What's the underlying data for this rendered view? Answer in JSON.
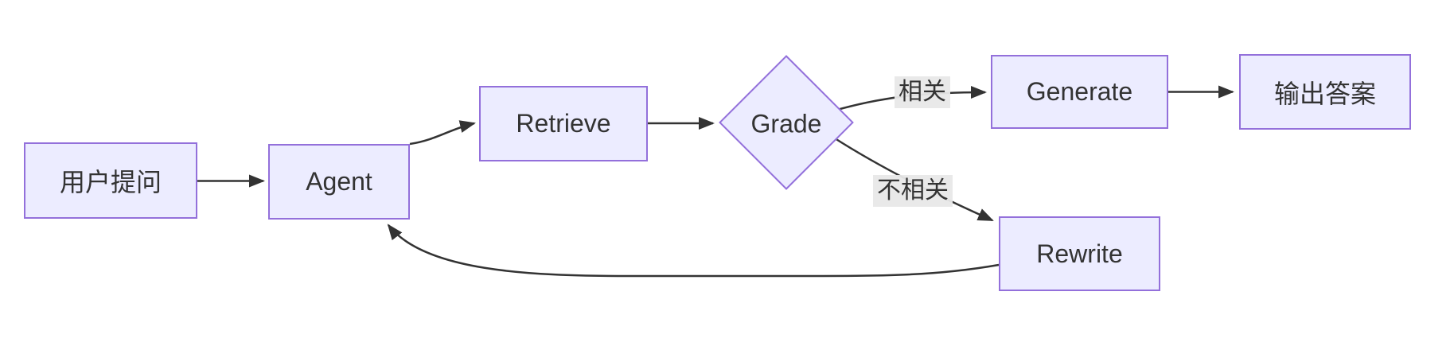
{
  "diagram": {
    "type": "flowchart",
    "direction": "left-to-right",
    "nodes": {
      "user_question": {
        "label": "用户提问",
        "shape": "rectangle"
      },
      "agent": {
        "label": "Agent",
        "shape": "rectangle"
      },
      "retrieve": {
        "label": "Retrieve",
        "shape": "rectangle"
      },
      "grade": {
        "label": "Grade",
        "shape": "diamond"
      },
      "generate": {
        "label": "Generate",
        "shape": "rectangle"
      },
      "output_answer": {
        "label": "输出答案",
        "shape": "rectangle"
      },
      "rewrite": {
        "label": "Rewrite",
        "shape": "rectangle"
      }
    },
    "edge_labels": {
      "relevant": "相关",
      "not_relevant": "不相关"
    },
    "edges": [
      {
        "from": "user_question",
        "to": "agent",
        "label": ""
      },
      {
        "from": "agent",
        "to": "retrieve",
        "label": ""
      },
      {
        "from": "retrieve",
        "to": "grade",
        "label": ""
      },
      {
        "from": "grade",
        "to": "generate",
        "label": "相关"
      },
      {
        "from": "grade",
        "to": "rewrite",
        "label": "不相关"
      },
      {
        "from": "generate",
        "to": "output_answer",
        "label": ""
      },
      {
        "from": "rewrite",
        "to": "agent",
        "label": ""
      }
    ],
    "colors": {
      "node_fill": "#ECECFF",
      "node_border": "#9370DB",
      "edge_line": "#333333",
      "text": "#333333",
      "edge_label_background": "#E8E8E8",
      "canvas_background": "#FFFFFF"
    }
  }
}
